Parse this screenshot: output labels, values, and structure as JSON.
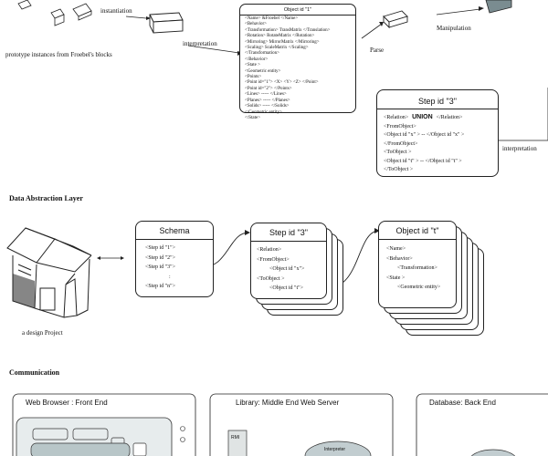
{
  "top": {
    "instantiation": "instantiation",
    "prototype_caption": "prototype instances from Froebel's blocks",
    "interpretation_left": "interpretation",
    "parse": "Parse",
    "manipulation": "Manipulation",
    "interpretation_right": "interpretation",
    "object_box": {
      "title": "Object id \"1\"",
      "lines": [
        "<Name> &Froebel </Name>",
        "<Behavior>",
        "<Transformation> TransMatrix </Translation>",
        "<Rotation>    RotateMatrix </Rotation>",
        "<Mirroring>   MirrorMatrix </Mirroring>",
        "<Scaling>     ScaleMatrix  </Scaling>",
        "</Transformation>",
        "</Behavior>",
        "<State >",
        "<Geometric entity>",
        "<Points>",
        "<Point id=\"1\"> <X> <Y> <Z> </Point>",
        "<Point id=\"2\"> </Points>",
        "<Lines>  -----  </Lines>",
        "<Planes> -----  </Planes>",
        "<Solids> -----  </Solids>",
        "</Geometric entity>",
        "</State>"
      ]
    },
    "step3_box": {
      "title": "Step id \"3\"",
      "lines": [
        {
          "a": "<Relation>",
          "b": "UNION",
          "c": "</Relation>"
        },
        {
          "a": "<FromObject>"
        },
        {
          "a": "<Object id \"x\" > -- </Object id \"x\" >"
        },
        {
          "a": "</FromObject>"
        },
        {
          "a": "<ToObject >"
        },
        {
          "a": "<Object id \"t\" > -- </Object id \"t\" >"
        },
        {
          "a": "</ToObject >"
        }
      ]
    }
  },
  "data_abstraction": {
    "heading": "Data Abstraction Layer",
    "project_caption": "a design Project",
    "schema": {
      "title": "Schema",
      "lines": [
        "<Step id \"1\">",
        "<Step id \"2\">",
        "<Step id \"3\">",
        ":",
        "<Step id \"n\">"
      ]
    },
    "step": {
      "title": "Step id \"3\"",
      "lines": [
        "<Relation>",
        "<FromObject>",
        "<Object id \"x\">",
        "<ToObject >",
        "<Object id \"t\">"
      ]
    },
    "object": {
      "title": "Object id \"t\"",
      "lines": [
        "<Name>",
        "<Behavior>",
        "<Transformation>",
        "<State >",
        "<Geometric entity>"
      ]
    }
  },
  "communication": {
    "heading": "Communication",
    "front_end": "Web Browser : Front End",
    "middle_end": "Library: Middle End Web Server",
    "back_end": "Database: Back End",
    "rmi": "RMI",
    "interpreter": "Interpreter"
  }
}
